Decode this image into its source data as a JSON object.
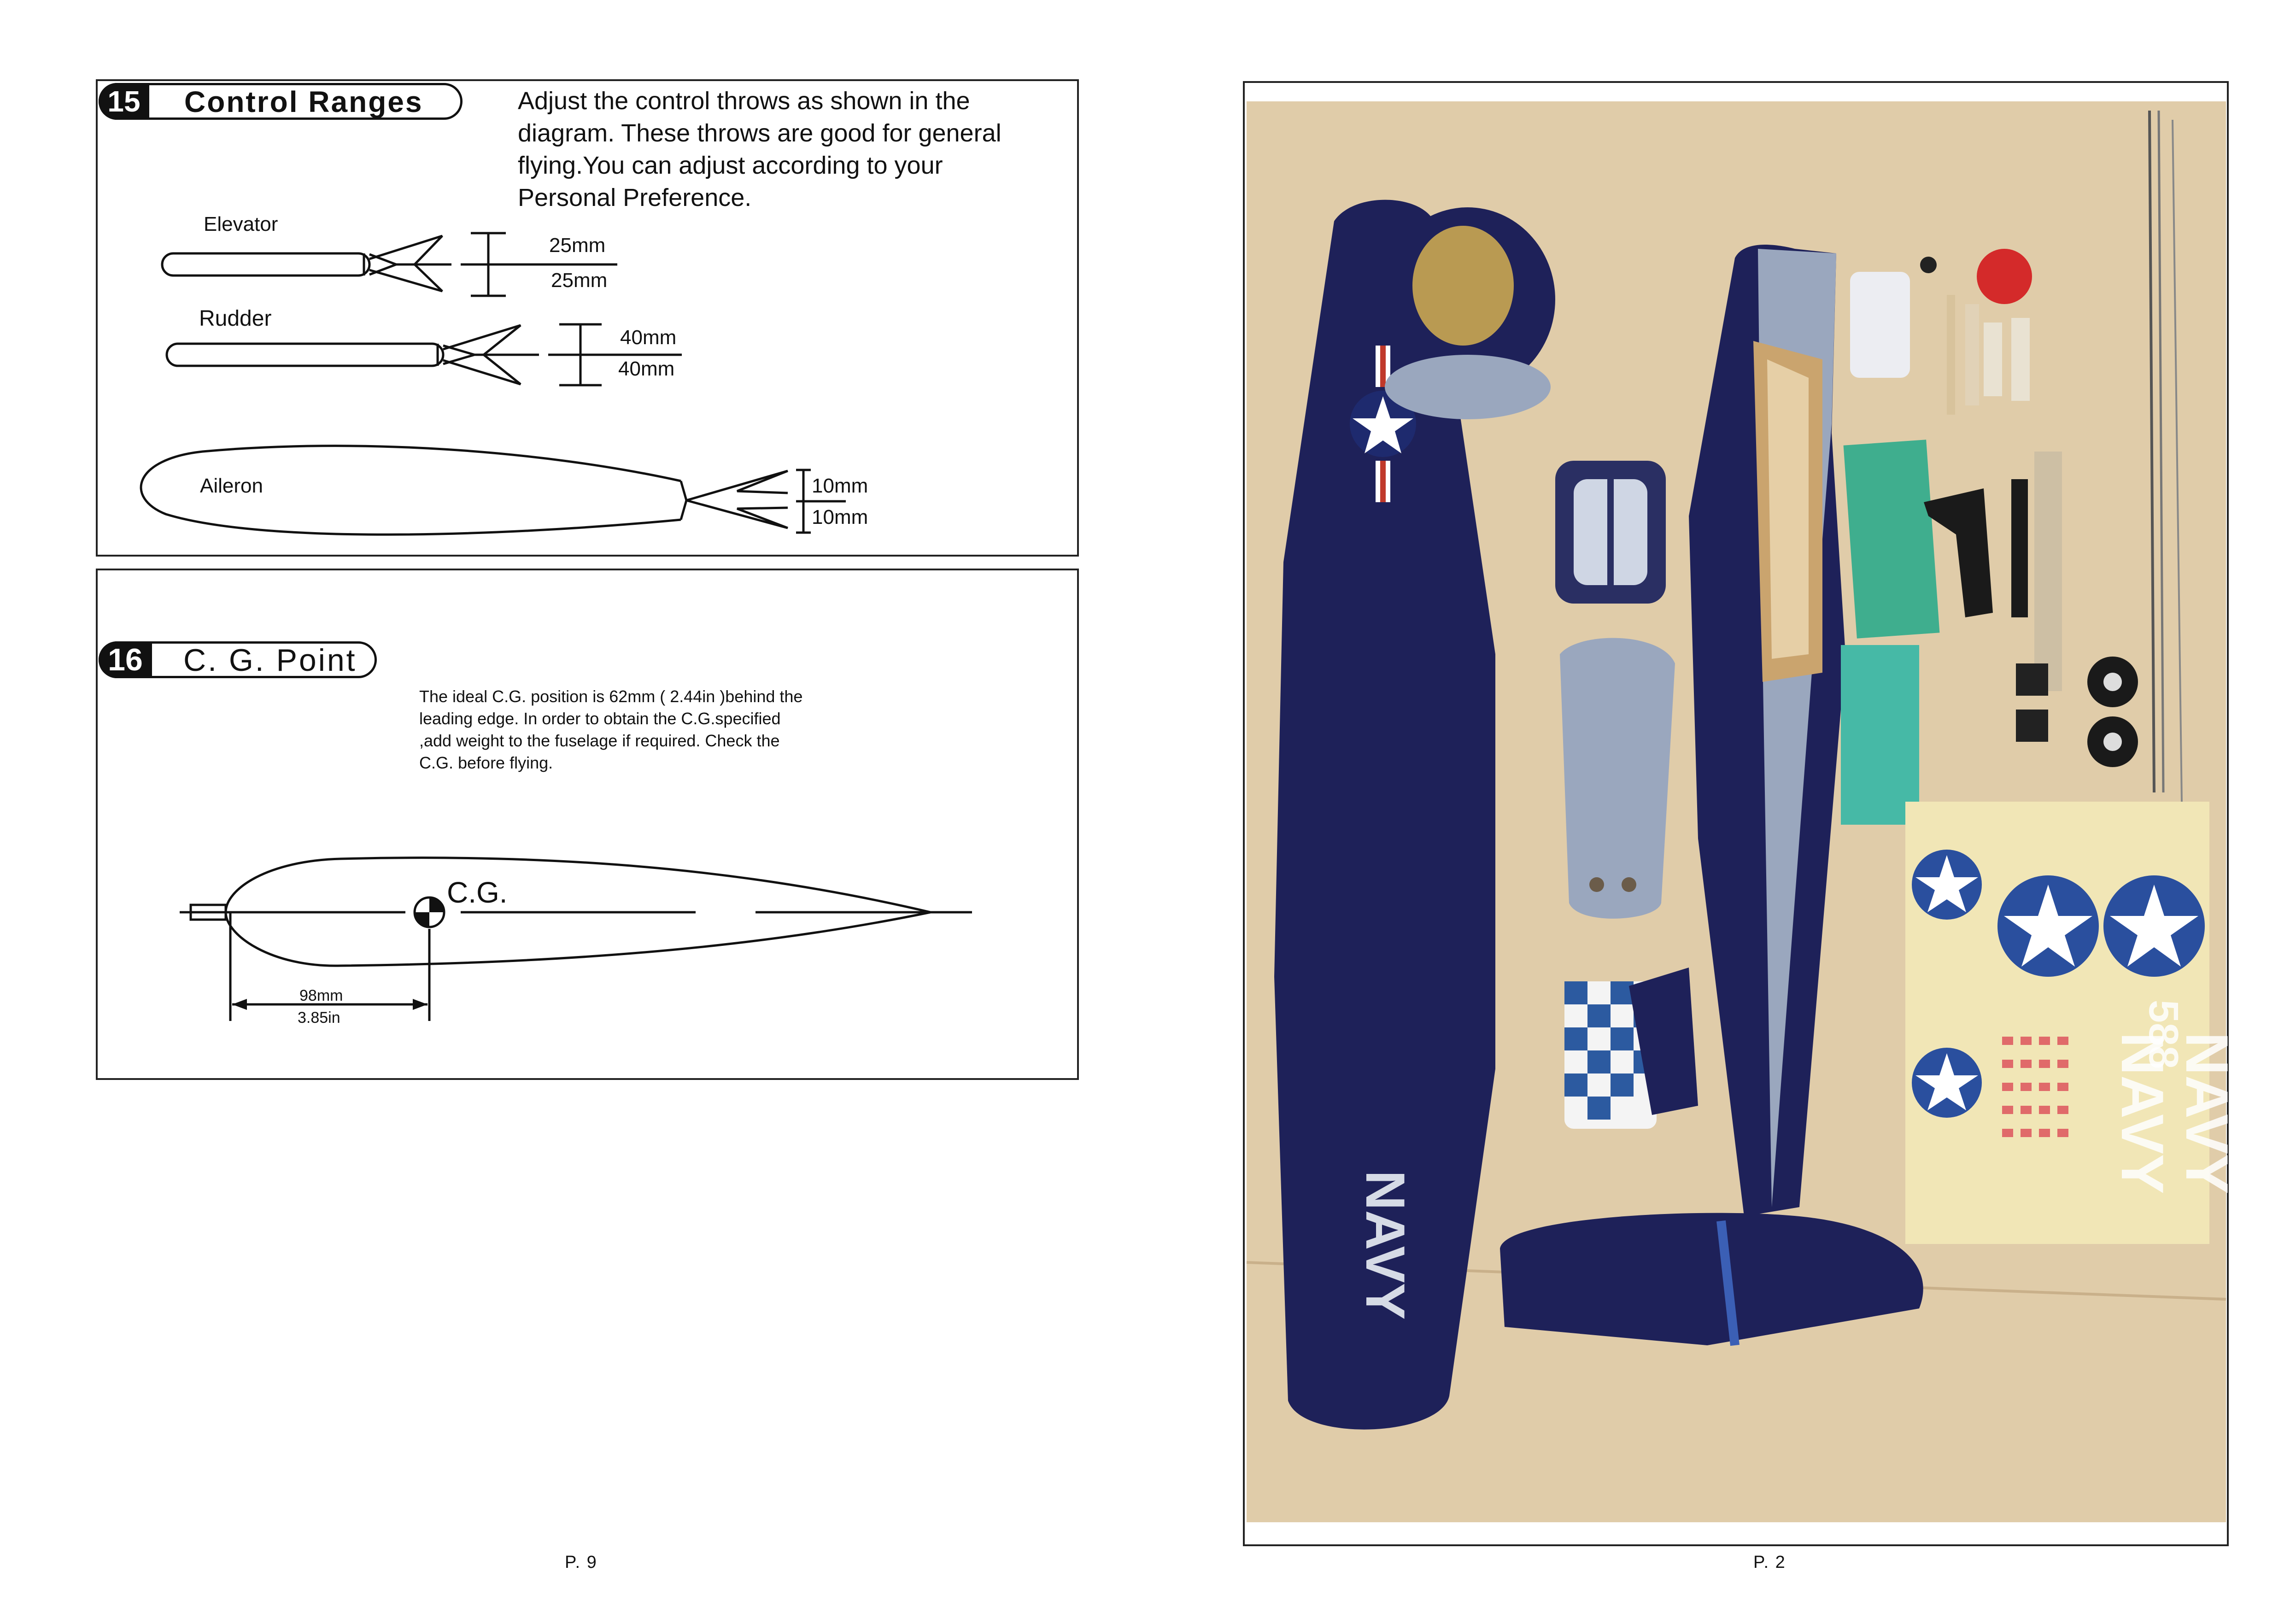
{
  "left_page": {
    "section15": {
      "number": "15",
      "title": "Control Ranges",
      "description_lines": [
        "Adjust the control throws as shown in the",
        "diagram. These throws are good for general",
        "flying.You can adjust according to your",
        "Personal Preference."
      ],
      "surfaces": [
        {
          "name": "Elevator",
          "up": "25mm",
          "down": "25mm"
        },
        {
          "name": "Rudder",
          "up": "40mm",
          "down": "40mm"
        },
        {
          "name": "Aileron",
          "up": "10mm",
          "down": "10mm"
        }
      ]
    },
    "section16": {
      "number": "16",
      "title": "C. G. Point",
      "description_lines": [
        "The ideal C.G. position is 62mm ( 2.44in )behind the",
        "leading edge. In order to obtain the C.G.specified",
        ",add weight to the fuselage if required. Check the",
        "C.G. before flying."
      ],
      "cg_label": "C.G.",
      "dimension_mm": "98mm",
      "dimension_in": "3.85in"
    },
    "page_number": "P. 9"
  },
  "right_page": {
    "photo_markings": {
      "wing_text": "NAVY",
      "decal_text_1": "NAVY",
      "decal_text_2": "NAVY",
      "decal_number": "588"
    },
    "page_number": "P. 2"
  },
  "colors": {
    "navy": "#1e2159",
    "grey": "#9aa7be",
    "wood": "#dcc6a2",
    "decal_sheet": "#f1e6b6",
    "green": "#3fae8e"
  }
}
